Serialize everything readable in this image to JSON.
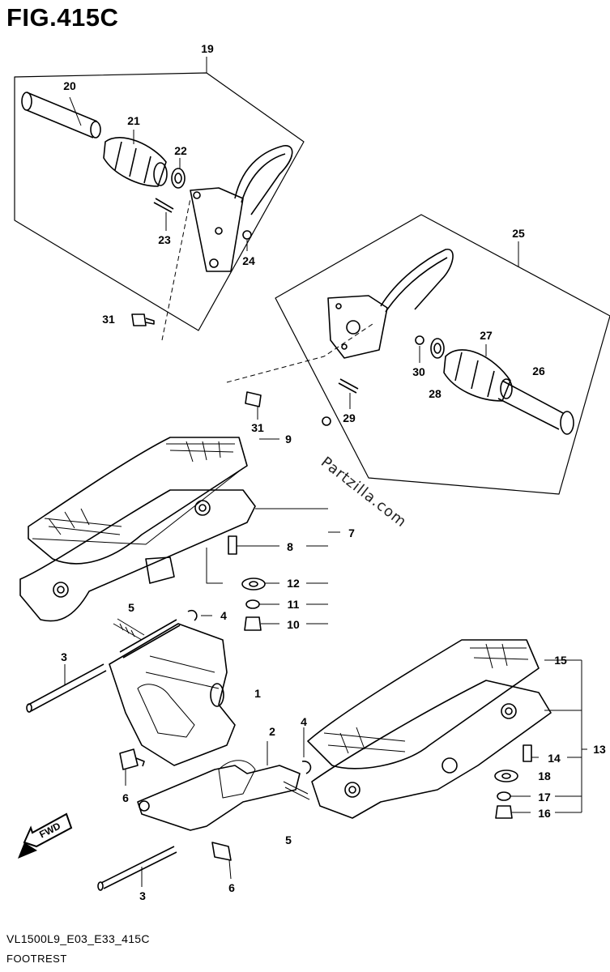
{
  "figure_title": "FIG.415C",
  "footer": {
    "code": "VL1500L9_E03_E33_415C",
    "name": "FOOTREST"
  },
  "watermark": "Partzilla.com",
  "callouts": {
    "c1": "1",
    "c2": "2",
    "c3a": "3",
    "c3b": "3",
    "c4a": "4",
    "c4b": "4",
    "c5a": "5",
    "c5b": "5",
    "c6a": "6",
    "c6b": "6",
    "c7": "7",
    "c8": "8",
    "c9": "9",
    "c10": "10",
    "c11": "11",
    "c12": "12",
    "c13": "13",
    "c14": "14",
    "c15": "15",
    "c16": "16",
    "c17": "17",
    "c18": "18",
    "c19": "19",
    "c20": "20",
    "c21": "21",
    "c22": "22",
    "c23": "23",
    "c24": "24",
    "c25": "25",
    "c26": "26",
    "c27": "27",
    "c28": "28",
    "c29": "29",
    "c30": "30",
    "c31a": "31",
    "c31b": "31"
  },
  "fwd_label": "FWD"
}
